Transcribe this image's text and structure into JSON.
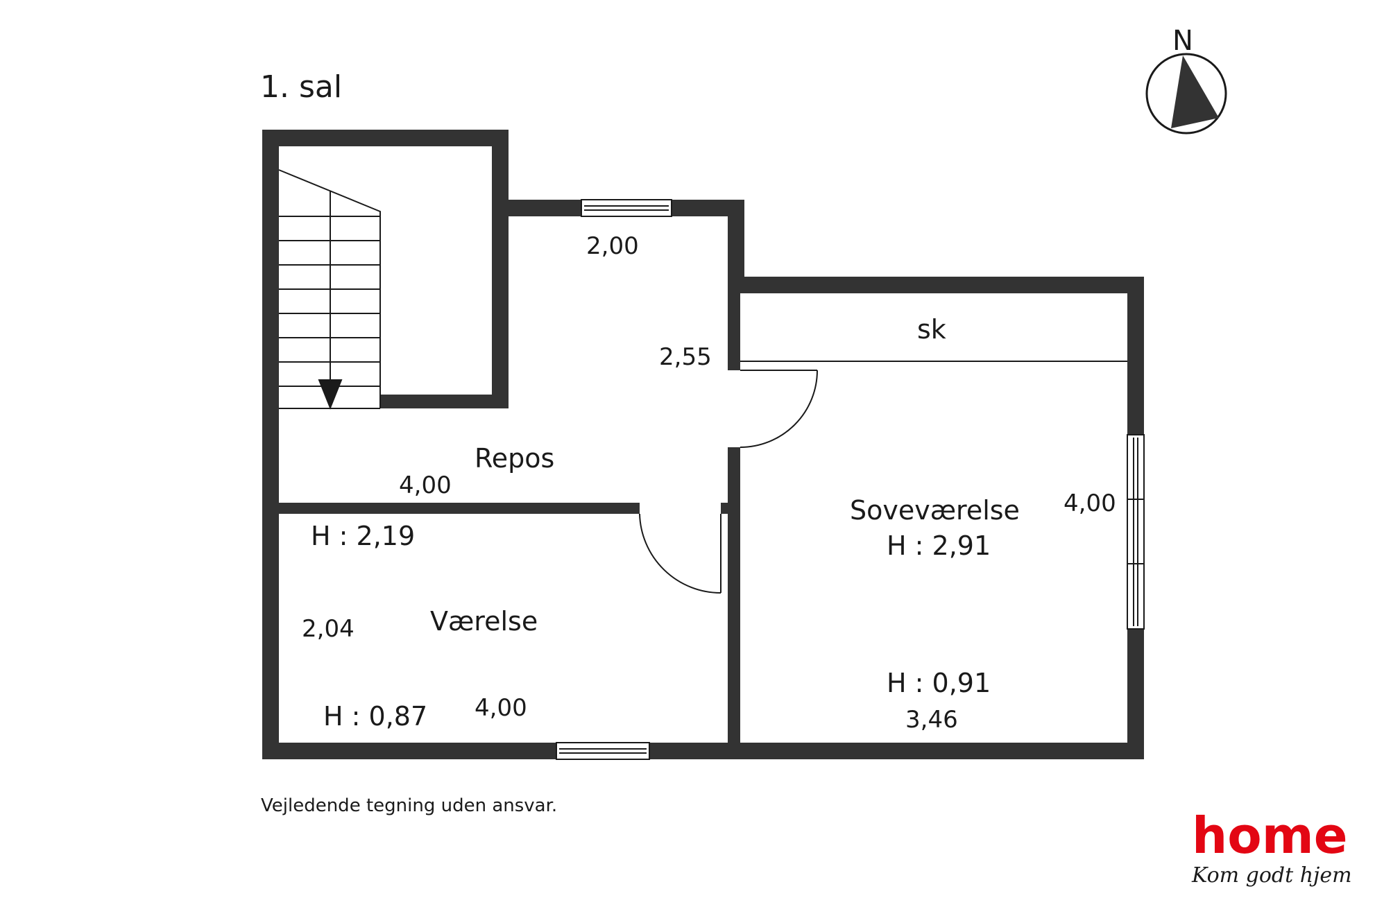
{
  "floor_title": "1. sal",
  "north_label": "N",
  "rooms": {
    "repos": {
      "name": "Repos",
      "dim_top": "2,00",
      "dim_side": "2,55",
      "dim_bottom": "4,00"
    },
    "closet": {
      "name": "sk"
    },
    "vaerelse": {
      "name": "Værelse",
      "height_top": "H : 2,19",
      "dim_side": "2,04",
      "height_bottom": "H : 0,87",
      "dim_bottom": "4,00"
    },
    "sovevaerelse": {
      "name": "Soveværelse",
      "height_top": "H : 2,91",
      "dim_side": "4,00",
      "height_bottom": "H : 0,91",
      "dim_bottom": "3,46"
    }
  },
  "disclaimer": "Vejledende tegning uden ansvar.",
  "brand": {
    "name": "home",
    "slogan": "Kom godt hjem",
    "color": "#e30613"
  },
  "colors": {
    "wall": "#333333"
  }
}
